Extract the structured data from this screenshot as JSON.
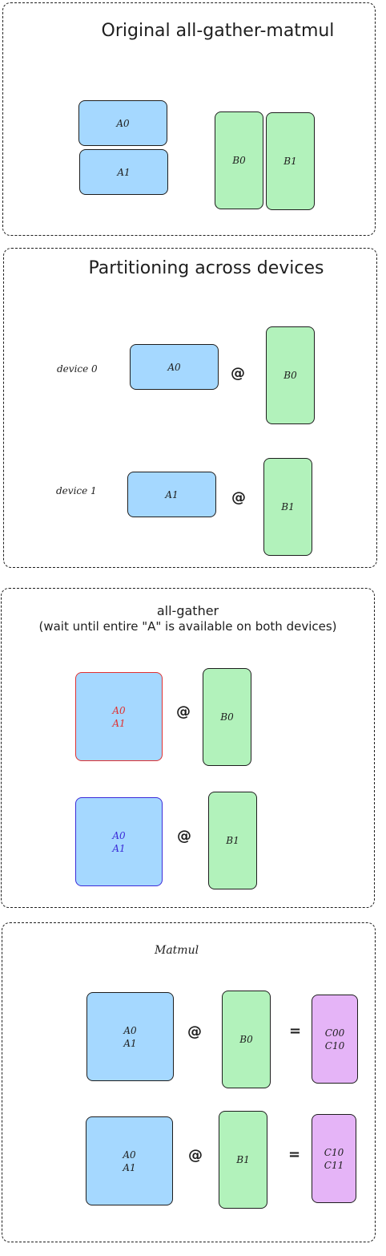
{
  "sections": [
    {
      "title": "Original all-gather-matmul",
      "a_blocks": [
        "A0",
        "A1"
      ],
      "b_blocks": [
        "B0",
        "B1"
      ]
    },
    {
      "title": "Partitioning across devices",
      "rows": [
        {
          "device": "device 0",
          "a": "A0",
          "op": "@",
          "b": "B0"
        },
        {
          "device": "device 1",
          "a": "A1",
          "op": "@",
          "b": "B1"
        }
      ]
    },
    {
      "title_line1": "all-gather",
      "title_line2": "(wait until entire \"A\" is available on both devices)",
      "rows": [
        {
          "a": [
            "A0",
            "A1"
          ],
          "op": "@",
          "b": "B0",
          "color": "#e03131"
        },
        {
          "a": [
            "A0",
            "A1"
          ],
          "op": "@",
          "b": "B1",
          "color": "#3b2bd8"
        }
      ]
    },
    {
      "title": "Matmul",
      "rows": [
        {
          "a": [
            "A0",
            "A1"
          ],
          "op": "@",
          "b": "B0",
          "eq": "=",
          "c": [
            "C00",
            "C10"
          ]
        },
        {
          "a": [
            "A0",
            "A1"
          ],
          "op": "@",
          "b": "B1",
          "eq": "=",
          "c": [
            "C10",
            "C11"
          ]
        }
      ]
    }
  ],
  "colors": {
    "a_fill": "#a5d8ff",
    "b_fill": "#b2f2bb",
    "c_fill": "#e5b4f7",
    "stroke": "#1e1e1e"
  }
}
